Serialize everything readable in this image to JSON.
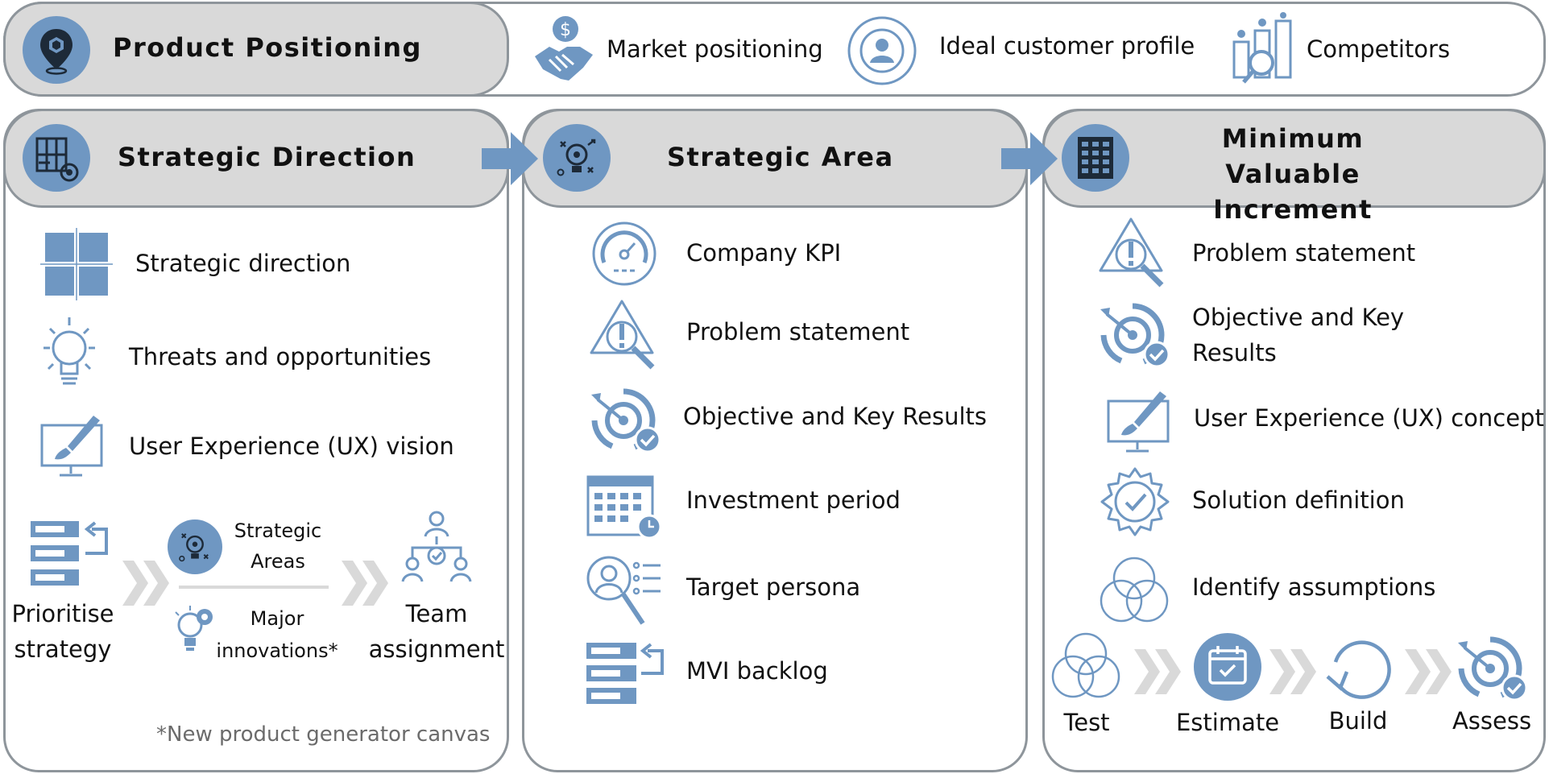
{
  "colors": {
    "accent": "#6f97c2",
    "border": "#8e959b",
    "pill": "#d9d9d9",
    "chevron": "#d9d9d9"
  },
  "positioning": {
    "title": "Product Positioning",
    "items": [
      {
        "icon": "handshake-dollar-icon",
        "label": "Market positioning"
      },
      {
        "icon": "customer-profile-icon",
        "label": "Ideal customer profile"
      },
      {
        "icon": "competitors-icon",
        "label": "Competitors"
      }
    ]
  },
  "direction": {
    "title": "Strategic Direction",
    "items": [
      {
        "icon": "grid-direction-icon",
        "label": "Strategic direction"
      },
      {
        "icon": "lightbulb-icon",
        "label": "Threats and opportunities"
      },
      {
        "icon": "monitor-brush-icon",
        "label": "User Experience (UX) vision"
      }
    ],
    "flow": {
      "prioritise": "Prioritise strategy",
      "strategic_areas": "Strategic Areas",
      "major_innovations": "Major innovations*",
      "team": "Team assignment"
    },
    "note": "*New product generator canvas"
  },
  "area": {
    "title": "Strategic Area",
    "items": [
      {
        "icon": "gauge-icon",
        "label": "Company KPI"
      },
      {
        "icon": "warning-magnifier-icon",
        "label": "Problem statement"
      },
      {
        "icon": "target-check-icon",
        "label": "Objective and Key Results"
      },
      {
        "icon": "calendar-clock-icon",
        "label": "Investment period"
      },
      {
        "icon": "persona-search-icon",
        "label": "Target persona"
      },
      {
        "icon": "backlog-icon",
        "label": "MVI backlog"
      }
    ]
  },
  "mvi": {
    "title": "Minimum Valuable Increment",
    "items": [
      {
        "icon": "warning-magnifier-icon",
        "label": "Problem statement"
      },
      {
        "icon": "target-check-icon",
        "label": "Objective and Key Results"
      },
      {
        "icon": "monitor-brush-icon",
        "label": "User Experience (UX) concept"
      },
      {
        "icon": "gear-check-icon",
        "label": "Solution definition"
      },
      {
        "icon": "venn-icon",
        "label": "Identify assumptions"
      }
    ],
    "cycle": [
      "Test",
      "Estimate",
      "Build",
      "Assess"
    ]
  }
}
